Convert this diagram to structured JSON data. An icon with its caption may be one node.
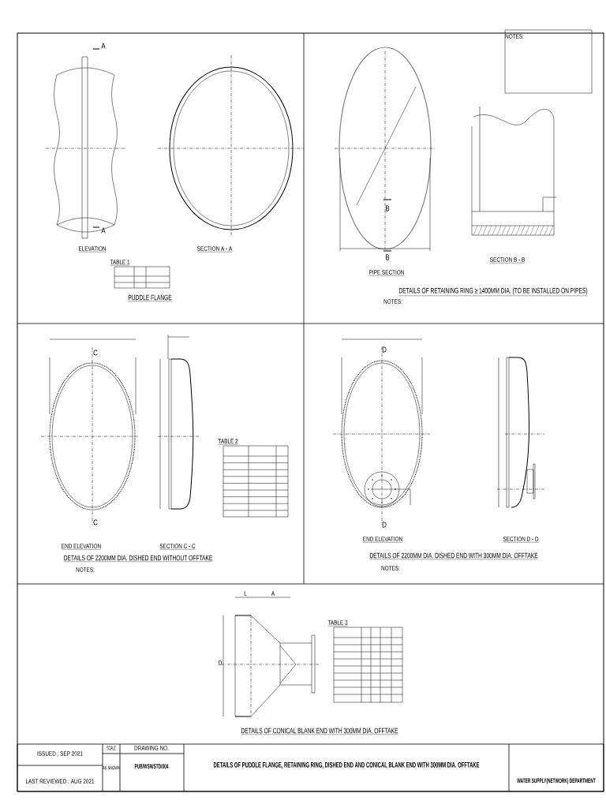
{
  "diagram": {
    "title": "DETAILS OF PUDDLE FLANGE, RETAINING RING, DISHED END AND CONICAL BLANK END WITH 300MM DIA. OFFTAKE",
    "labels": [
      "A",
      "A",
      "ELEVATION",
      "SECTION A - A",
      "TABLE 1",
      "PUDDLE FLANGE",
      "NOTES:",
      "B",
      "B",
      "PIPE SECTION",
      "SECTION B - B",
      "DETAILS OF RETAINING RING ≥ 1400MM DIA. (TO BE INSTALLED ON PIPES)",
      "NOTES:",
      "C",
      "C",
      "END ELEVATION",
      "SECTION C - C",
      "TABLE 2",
      "DETAILS OF 2200MM DIA. DISHED END WITHOUT OFFTAKE",
      "NOTES:",
      "D",
      "D",
      "END ELEVATION",
      "SECTION D - D",
      "DETAILS OF 2200MM DIA. DISHED END WITH 300MM DIA. OFFTAKE",
      "NOTES:",
      "L",
      "A",
      "D",
      "TABLE 3",
      "DETAILS OF CONICAL BLANK END WITH 300MM DIA. OFFTAKE",
      "ISSUED : SEP 2021",
      "LAST REVIEWED : AUG 2021",
      "SCALE",
      "DRAWING NO.",
      "AS SHOWN",
      "PUB/WSN/STD/004",
      "WATER SUPPLY(NETWORK) DEPARTMENT"
    ]
  }
}
